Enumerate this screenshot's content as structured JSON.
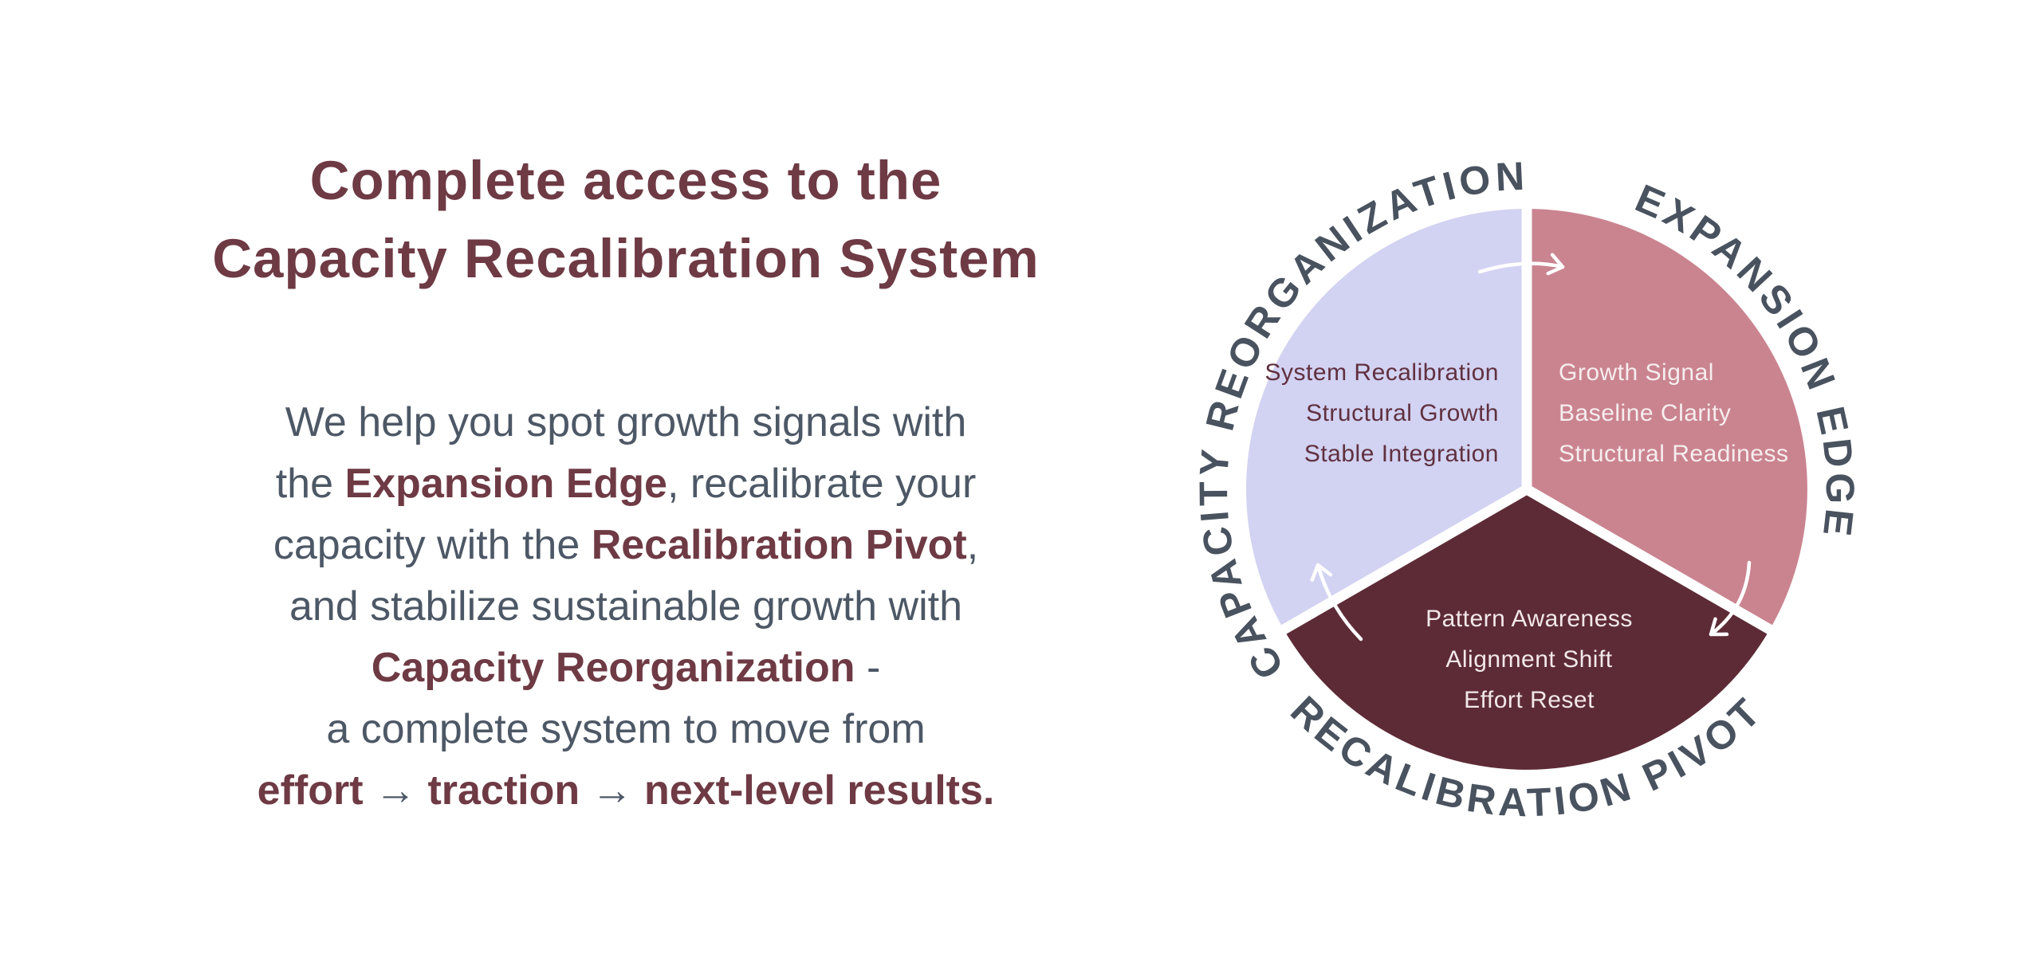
{
  "page": {
    "background": "#ffffff"
  },
  "headline": {
    "line1": "Complete access to the",
    "line2": "Capacity Recalibration System",
    "color": "#6e3a44"
  },
  "paragraph": {
    "text_color": "#4d5866",
    "emphasis_color": "#6e3a44",
    "lines": [
      {
        "runs": [
          {
            "t": "We help you spot growth signals with"
          }
        ]
      },
      {
        "runs": [
          {
            "t": "the "
          },
          {
            "t": "Expansion Edge"
          },
          {
            "t": ", recalibrate your"
          }
        ]
      },
      {
        "runs": [
          {
            "t": "capacity with the "
          },
          {
            "t": "Recalibration Pivot"
          },
          {
            "t": ","
          }
        ]
      },
      {
        "runs": [
          {
            "t": "and stabilize sustainable growth with"
          }
        ]
      },
      {
        "runs": [
          {
            "t": "Capacity Reorganization"
          },
          {
            "t": " -"
          }
        ]
      },
      {
        "runs": [
          {
            "t": "a complete system to move from"
          }
        ]
      },
      {
        "runs": [
          {
            "t": "effort"
          },
          {
            "t": " → "
          },
          {
            "t": "traction"
          },
          {
            "t": " → "
          },
          {
            "t": "next-level results."
          }
        ]
      }
    ]
  },
  "diagram": {
    "label_color": "#49525f",
    "arrow_color": "#ffffff",
    "segments": [
      {
        "label": "CAPACITY REORGANIZATION",
        "color": "#d2d2f2",
        "item_color": "#60303f",
        "items": [
          "System Recalibration",
          "Structural Growth",
          "Stable Integration"
        ]
      },
      {
        "label": "EXPANSION EDGE",
        "color": "#ca8490",
        "item_color": "#f6edee",
        "items": [
          "Growth Signal",
          "Baseline Clarity",
          "Structural Readiness"
        ]
      },
      {
        "label": "RECALIBRATION PIVOT",
        "color": "#5d2b36",
        "item_color": "#f2e8e9",
        "items": [
          "Pattern Awareness",
          "Alignment Shift",
          "Effort Reset"
        ]
      }
    ]
  }
}
